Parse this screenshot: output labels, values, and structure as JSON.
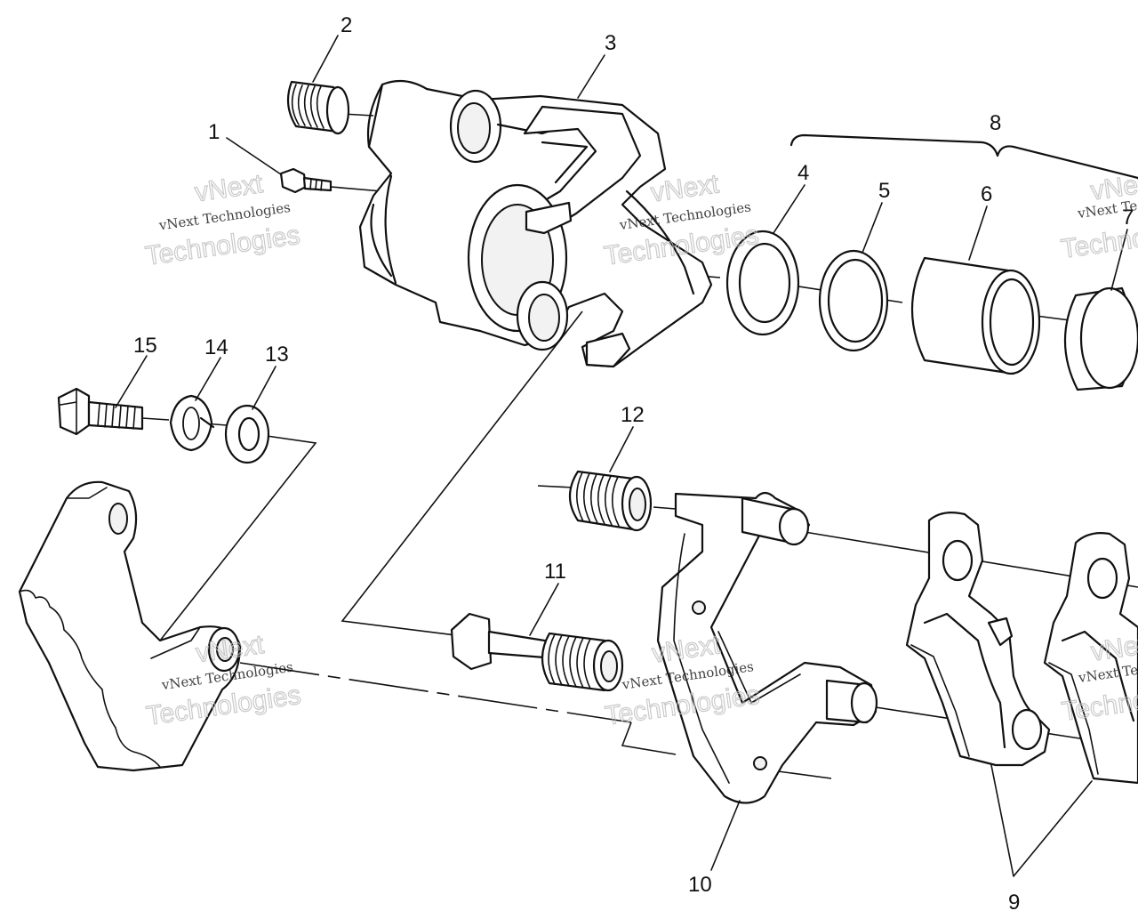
{
  "labels": {
    "l1": "1",
    "l2": "2",
    "l3": "3",
    "l4": "4",
    "l5": "5",
    "l6": "6",
    "l7": "7",
    "l8": "8",
    "l9": "9",
    "l10": "10",
    "l11": "11",
    "l12": "12",
    "l13": "13",
    "l14": "14",
    "l15": "15"
  },
  "watermark": {
    "line1": "vNext Technologies",
    "line2": "Technologies",
    "line3": "vNext"
  }
}
